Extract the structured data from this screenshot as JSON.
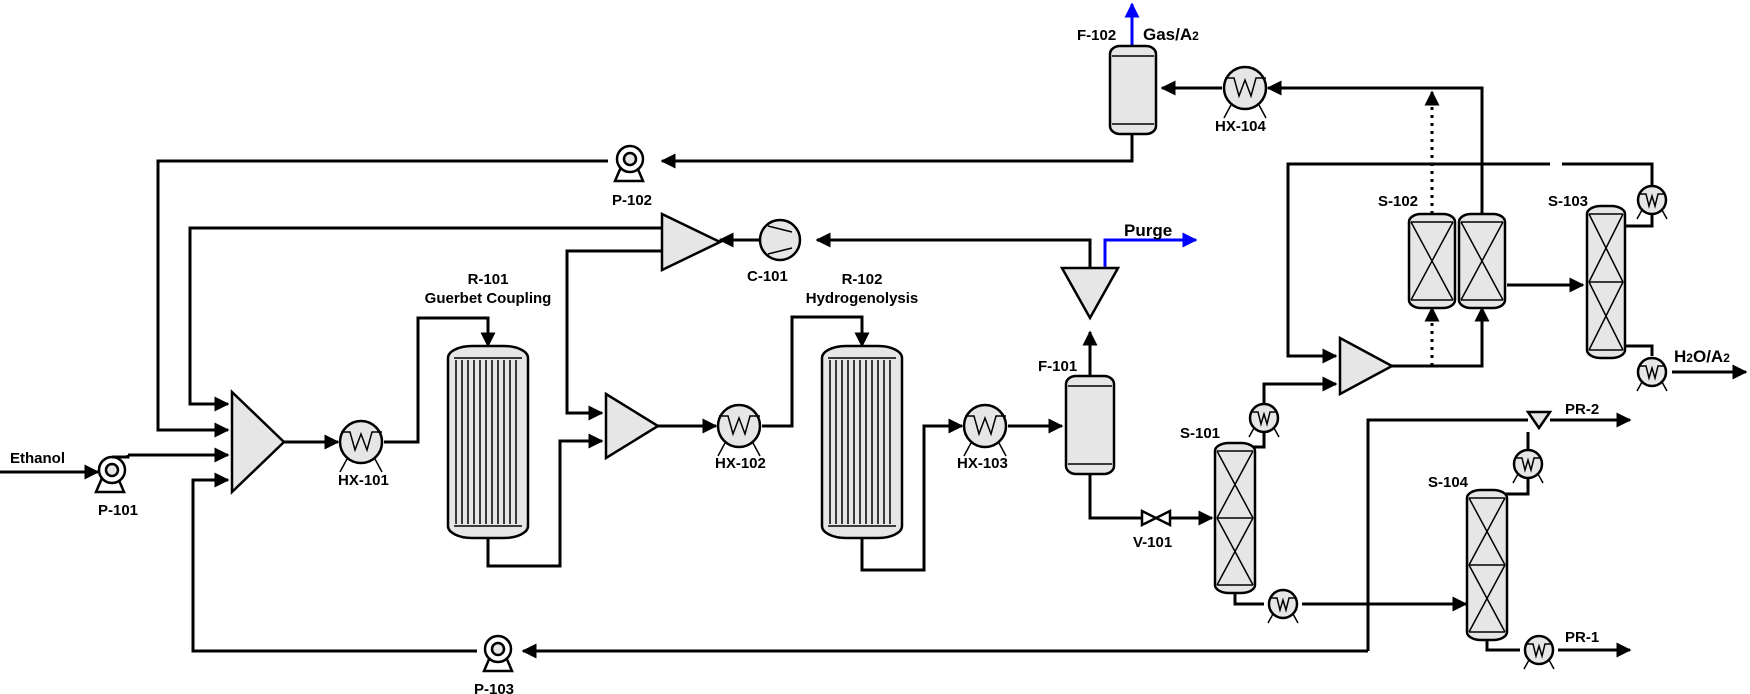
{
  "streams": {
    "feed": "Ethanol",
    "purge": "Purge",
    "gas_out": "Gas/A",
    "gas_out_sub": "2",
    "water_out": "H",
    "water_out_sub": "2",
    "water_out_tail": "O/A",
    "water_out_tail_sub": "2",
    "product_1": "PR-1",
    "product_2": "PR-2"
  },
  "equipment": {
    "p101": "P-101",
    "p102": "P-102",
    "p103": "P-103",
    "hx101": "HX-101",
    "hx102": "HX-102",
    "hx103": "HX-103",
    "hx104": "HX-104",
    "c101": "C-101",
    "r101": "R-101",
    "r101_desc": "Guerbet Coupling",
    "r102": "R-102",
    "r102_desc": "Hydrogenolysis",
    "f101": "F-101",
    "f102": "F-102",
    "v101": "V-101",
    "s101": "S-101",
    "s102": "S-102",
    "s103": "S-103",
    "s104": "S-104"
  },
  "colors": {
    "line": "#000000",
    "equipment_fill": "#e6e6e6",
    "vent_stream": "#0000ff"
  }
}
